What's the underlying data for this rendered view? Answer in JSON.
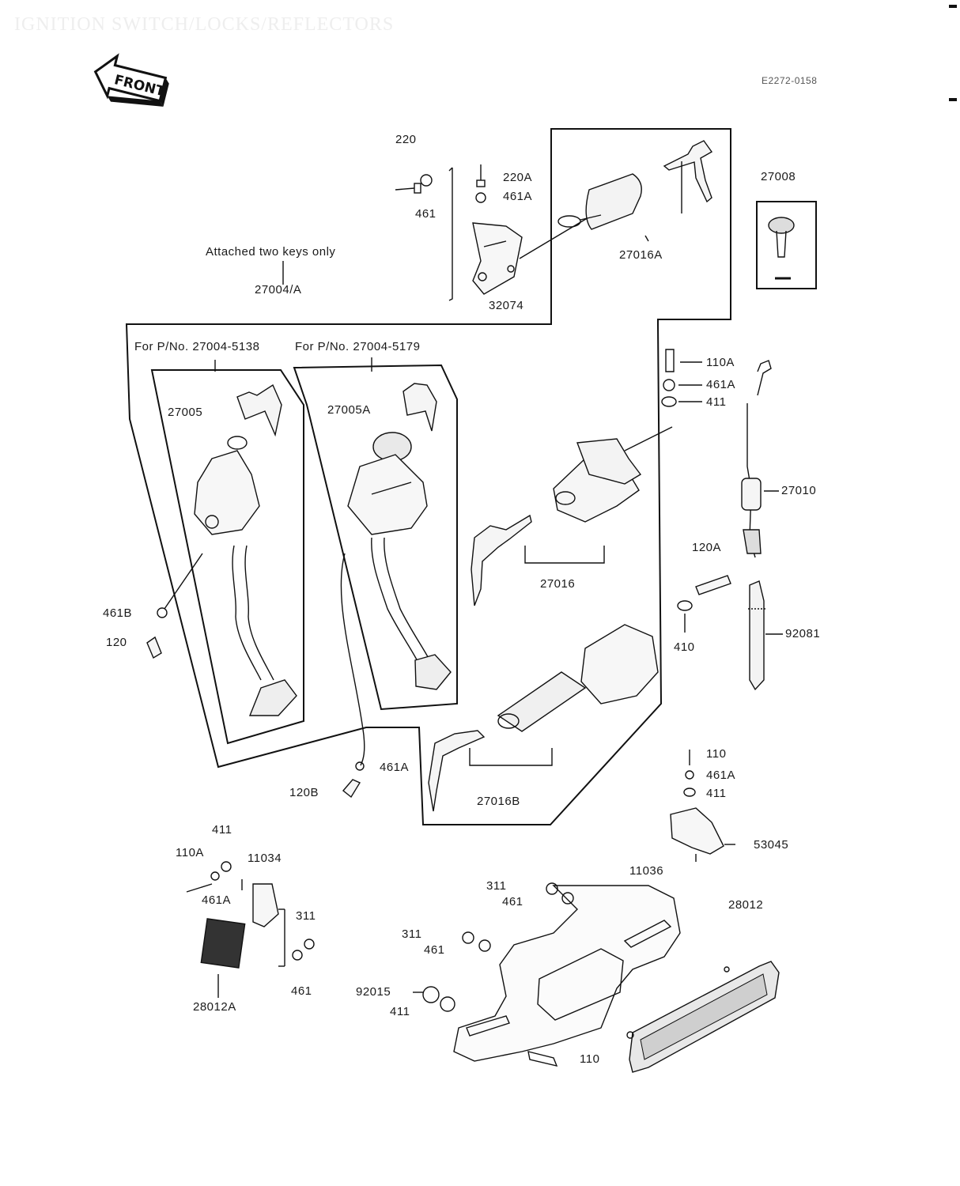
{
  "header": {
    "faint_title": "IGNITION SWITCH/LOCKS/REFLECTORS",
    "ref_code": "E2272-0158",
    "front_logo": "FRONT"
  },
  "notes": {
    "attached_keys": "Attached two keys only",
    "for_pno_5138": "For P/No. 27004-5138",
    "for_pno_5179": "For P/No. 27004-5179"
  },
  "parts": {
    "p220": "220",
    "p461_a": "461",
    "p220A": "220A",
    "p461A_a": "461A",
    "p27016A": "27016A",
    "p32074": "32074",
    "p27008": "27008",
    "p27004A": "27004/A",
    "p27005": "27005",
    "p27005A": "27005A",
    "p110A_a": "110A",
    "p461A_b": "461A",
    "p411_a": "411",
    "p27010": "27010",
    "p27016": "27016",
    "p120A": "120A",
    "p410": "410",
    "p92081": "92081",
    "p461B": "461B",
    "p120": "120",
    "p120B": "120B",
    "p461A_c": "461A",
    "p27016B": "27016B",
    "p110_a": "110",
    "p461A_d": "461A",
    "p411_b": "411",
    "p53045": "53045",
    "p411_c": "411",
    "p110A_b": "110A",
    "p11034": "11034",
    "p461A_e": "461A",
    "p311_a": "311",
    "p28012A": "28012A",
    "p461_b": "461",
    "p311_b": "311",
    "p461_c": "461",
    "p11036": "11036",
    "p311_c": "311",
    "p461_d": "461",
    "p92015": "92015",
    "p411_d": "411",
    "p110_b": "110",
    "p28012": "28012"
  }
}
